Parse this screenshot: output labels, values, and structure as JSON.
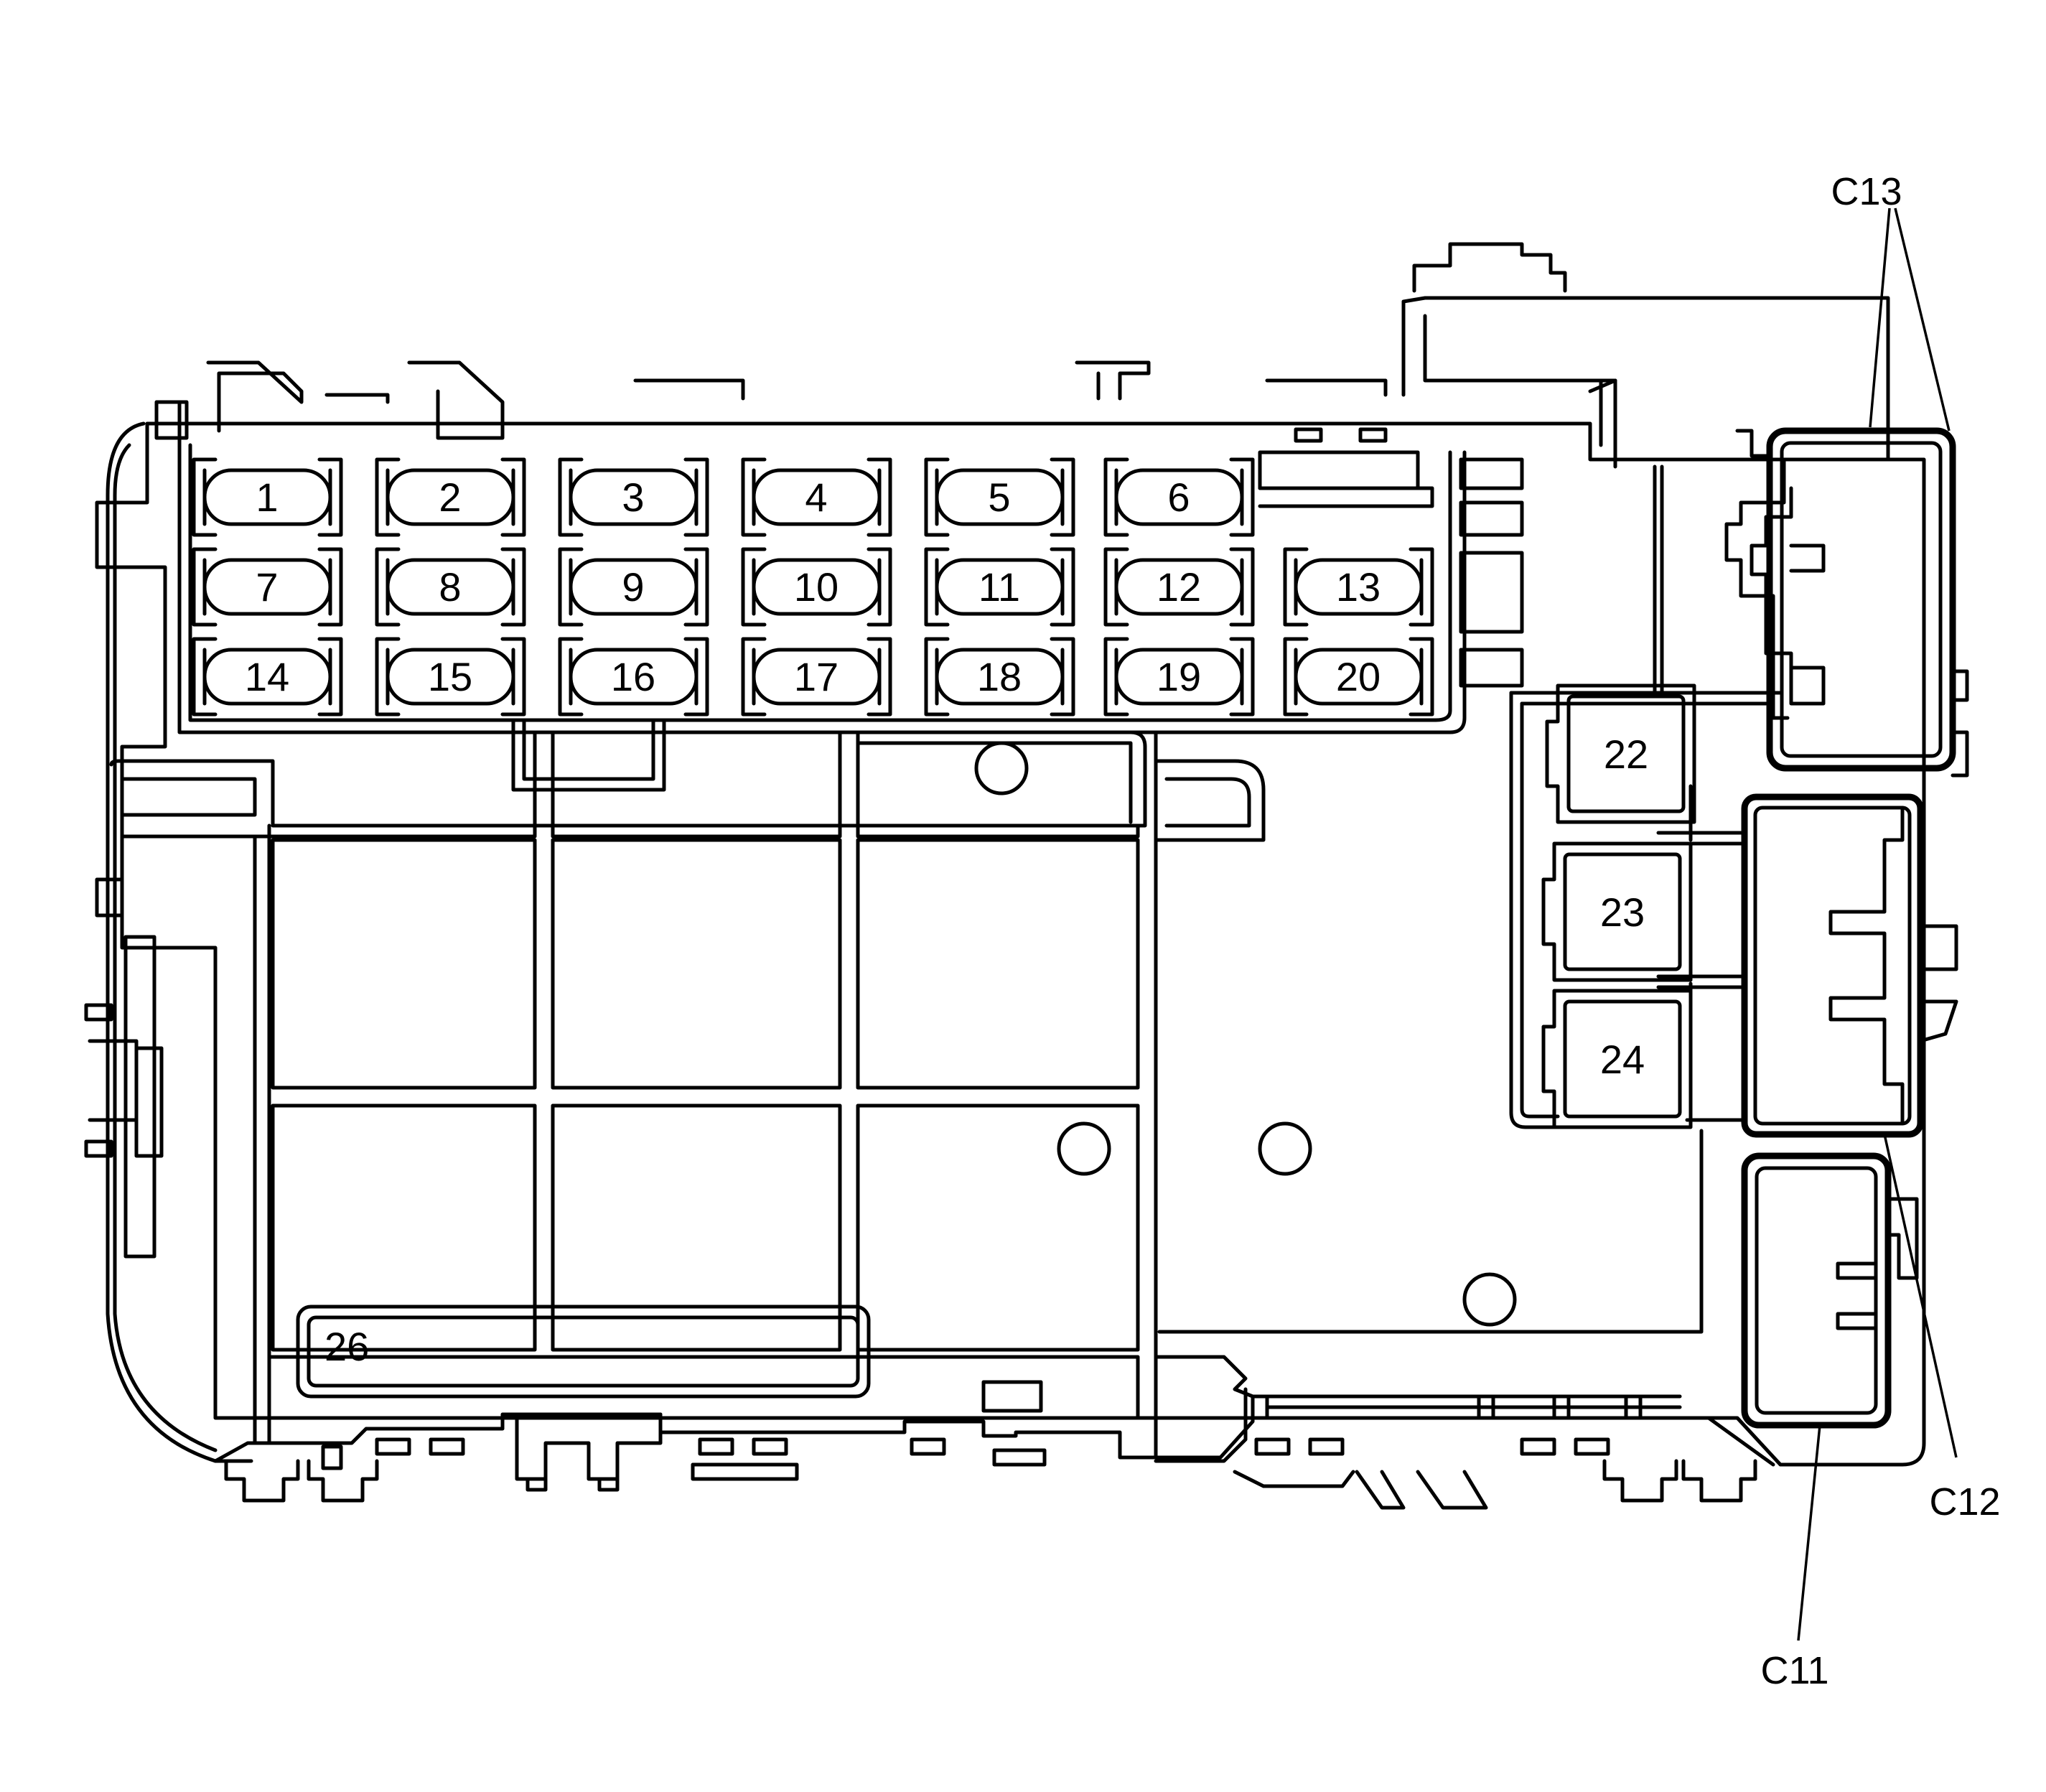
{
  "fuses": [
    {
      "label": "1"
    },
    {
      "label": "2"
    },
    {
      "label": "3"
    },
    {
      "label": "4"
    },
    {
      "label": "5"
    },
    {
      "label": "6"
    },
    {
      "label": "7"
    },
    {
      "label": "8"
    },
    {
      "label": "9"
    },
    {
      "label": "10"
    },
    {
      "label": "11"
    },
    {
      "label": "12"
    },
    {
      "label": "13"
    },
    {
      "label": "14"
    },
    {
      "label": "15"
    },
    {
      "label": "16"
    },
    {
      "label": "17"
    },
    {
      "label": "18"
    },
    {
      "label": "19"
    },
    {
      "label": "20"
    }
  ],
  "relays": [
    {
      "label": "22"
    },
    {
      "label": "23"
    },
    {
      "label": "24"
    }
  ],
  "module": {
    "label": "26"
  },
  "connectors": {
    "c13": "C13",
    "c12": "C12",
    "c11": "C11"
  }
}
